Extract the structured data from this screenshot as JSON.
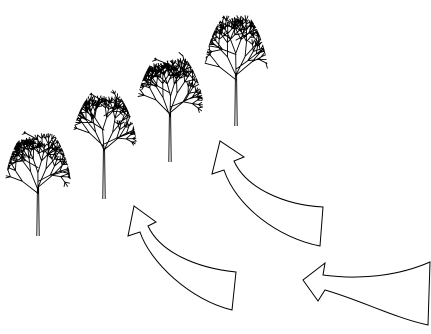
{
  "figure": {
    "trees": [
      {
        "id": "tree-1",
        "stage": 1
      },
      {
        "id": "tree-2",
        "stage": 2
      },
      {
        "id": "tree-3",
        "stage": 3
      },
      {
        "id": "tree-4",
        "stage": 4
      }
    ],
    "arrows": [
      {
        "id": "arrow-left"
      },
      {
        "id": "arrow-middle"
      },
      {
        "id": "arrow-right"
      }
    ],
    "colors": {
      "stroke": "#000000",
      "fill": "#ffffff",
      "background": "#ffffff"
    }
  }
}
